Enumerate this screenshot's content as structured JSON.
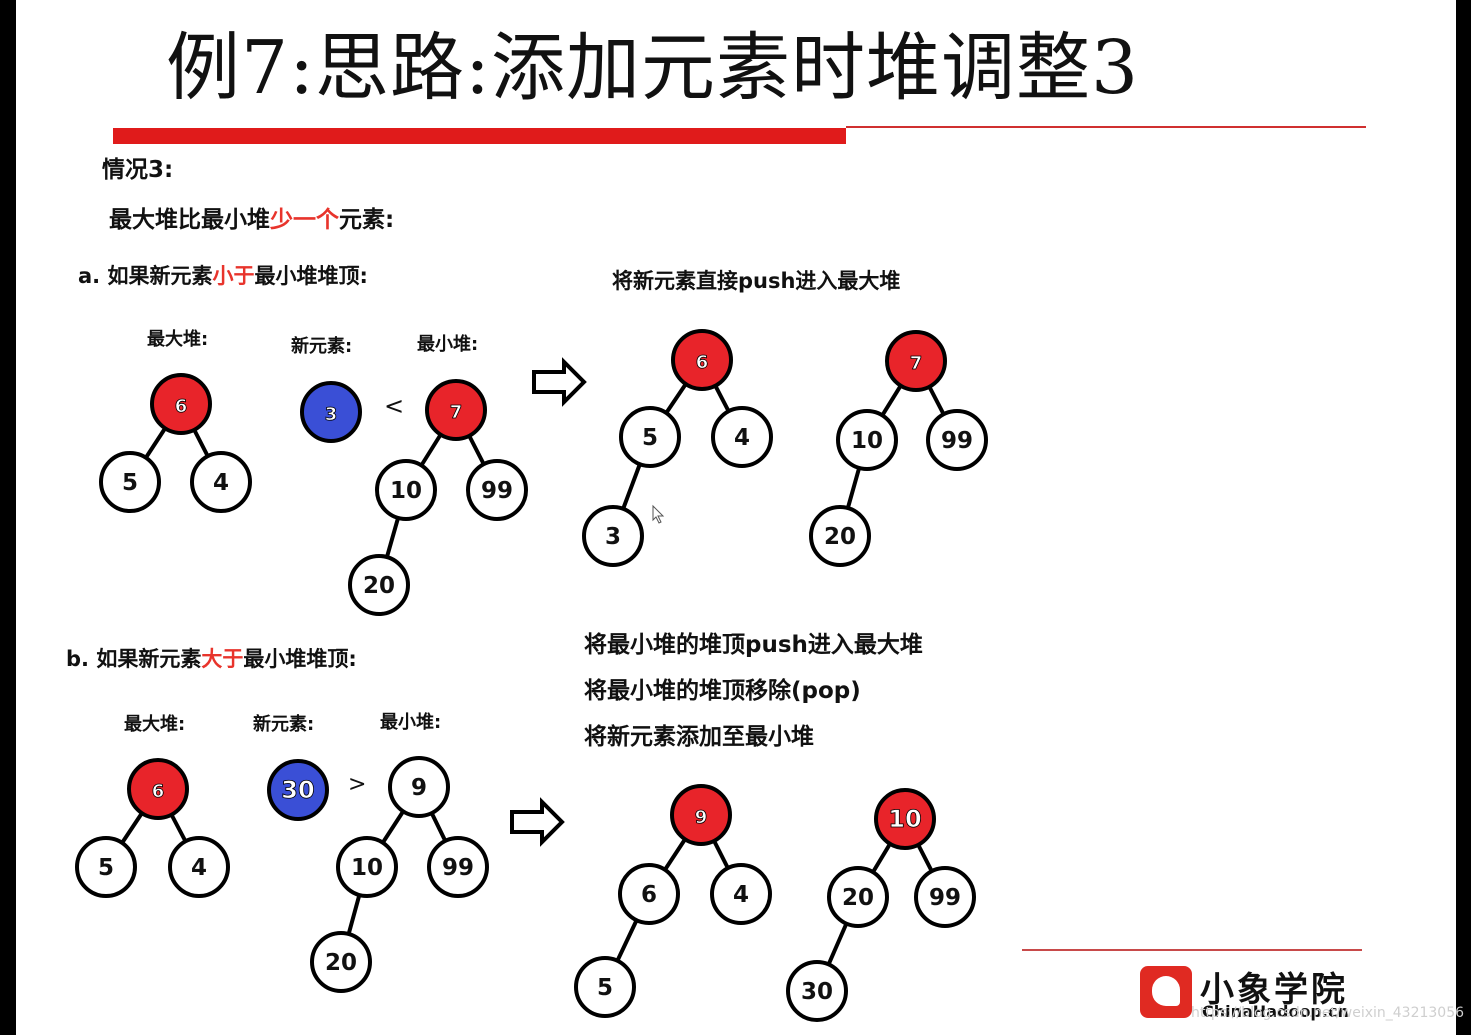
{
  "title": "例7:思路:添加元素时堆调整3",
  "case_label": "情况3:",
  "condition": {
    "pre": "最大堆比最小堆",
    "highlight": "少一个",
    "post": "元素:"
  },
  "part_a": {
    "heading": {
      "pre": "a. 如果新元素",
      "highlight": "小于",
      "post": "最小堆堆顶:"
    },
    "label_max_heap": "最大堆:",
    "label_new_element": "新元素:",
    "label_min_heap": "最小堆:",
    "comparator": "<",
    "new_element": "3",
    "result_text": "将新元素直接push进入最大堆"
  },
  "part_b": {
    "heading": {
      "pre": "b. 如果新元素",
      "highlight": "大于",
      "post": "最小堆堆顶:"
    },
    "label_max_heap": "最大堆:",
    "label_new_element": "新元素:",
    "label_min_heap": "最小堆:",
    "comparator": ">",
    "new_element": "30",
    "result_steps": [
      "将最小堆的堆顶push进入最大堆",
      "将最小堆的堆顶移除(pop)",
      "将新元素添加至最小堆"
    ]
  },
  "trees": {
    "a_before_max": {
      "nodes": [
        {
          "id": "n6",
          "value": "6",
          "fill": "red"
        },
        {
          "id": "n5",
          "value": "5",
          "fill": "white"
        },
        {
          "id": "n4",
          "value": "4",
          "fill": "white"
        }
      ],
      "edges": [
        [
          "n6",
          "n5"
        ],
        [
          "n6",
          "n4"
        ]
      ]
    },
    "a_new": {
      "nodes": [
        {
          "id": "n3",
          "value": "3",
          "fill": "blue"
        }
      ],
      "edges": []
    },
    "a_before_min": {
      "nodes": [
        {
          "id": "n7",
          "value": "7",
          "fill": "red"
        },
        {
          "id": "n10",
          "value": "10",
          "fill": "white"
        },
        {
          "id": "n99",
          "value": "99",
          "fill": "white"
        },
        {
          "id": "n20",
          "value": "20",
          "fill": "white"
        }
      ],
      "edges": [
        [
          "n7",
          "n10"
        ],
        [
          "n7",
          "n99"
        ],
        [
          "n10",
          "n20"
        ]
      ]
    },
    "a_after_max": {
      "nodes": [
        {
          "id": "n6",
          "value": "6",
          "fill": "red"
        },
        {
          "id": "n5",
          "value": "5",
          "fill": "white"
        },
        {
          "id": "n4",
          "value": "4",
          "fill": "white"
        },
        {
          "id": "n3",
          "value": "3",
          "fill": "white"
        }
      ],
      "edges": [
        [
          "n6",
          "n5"
        ],
        [
          "n6",
          "n4"
        ],
        [
          "n5",
          "n3"
        ]
      ]
    },
    "a_after_min": {
      "nodes": [
        {
          "id": "n7",
          "value": "7",
          "fill": "red"
        },
        {
          "id": "n10",
          "value": "10",
          "fill": "white"
        },
        {
          "id": "n99",
          "value": "99",
          "fill": "white"
        },
        {
          "id": "n20",
          "value": "20",
          "fill": "white"
        }
      ],
      "edges": [
        [
          "n7",
          "n10"
        ],
        [
          "n7",
          "n99"
        ],
        [
          "n10",
          "n20"
        ]
      ]
    },
    "b_before_max": {
      "nodes": [
        {
          "id": "n6",
          "value": "6",
          "fill": "red"
        },
        {
          "id": "n5",
          "value": "5",
          "fill": "white"
        },
        {
          "id": "n4",
          "value": "4",
          "fill": "white"
        }
      ],
      "edges": [
        [
          "n6",
          "n5"
        ],
        [
          "n6",
          "n4"
        ]
      ]
    },
    "b_new": {
      "nodes": [
        {
          "id": "n30",
          "value": "30",
          "fill": "blue"
        }
      ],
      "edges": []
    },
    "b_before_min": {
      "nodes": [
        {
          "id": "n9",
          "value": "9",
          "fill": "white"
        },
        {
          "id": "n10",
          "value": "10",
          "fill": "white"
        },
        {
          "id": "n99",
          "value": "99",
          "fill": "white"
        },
        {
          "id": "n20",
          "value": "20",
          "fill": "white"
        }
      ],
      "edges": [
        [
          "n9",
          "n10"
        ],
        [
          "n9",
          "n99"
        ],
        [
          "n10",
          "n20"
        ]
      ]
    },
    "b_after_max": {
      "nodes": [
        {
          "id": "n9",
          "value": "9",
          "fill": "red"
        },
        {
          "id": "n6",
          "value": "6",
          "fill": "white"
        },
        {
          "id": "n4",
          "value": "4",
          "fill": "white"
        },
        {
          "id": "n5",
          "value": "5",
          "fill": "white"
        }
      ],
      "edges": [
        [
          "n9",
          "n6"
        ],
        [
          "n9",
          "n4"
        ],
        [
          "n6",
          "n5"
        ]
      ]
    },
    "b_after_min": {
      "nodes": [
        {
          "id": "n10",
          "value": "10",
          "fill": "red"
        },
        {
          "id": "n20",
          "value": "20",
          "fill": "white"
        },
        {
          "id": "n99",
          "value": "99",
          "fill": "white"
        },
        {
          "id": "n30",
          "value": "30",
          "fill": "white"
        }
      ],
      "edges": [
        [
          "n10",
          "n20"
        ],
        [
          "n10",
          "n99"
        ],
        [
          "n20",
          "n30"
        ]
      ]
    }
  },
  "colors": {
    "red": "#e8242a",
    "blue": "#3a4fd6",
    "white": "#ffffff",
    "title_bar": "#e01b1b"
  },
  "logo": {
    "name_cn": "小象学院",
    "name_en": "ChinaHadoop.cn"
  },
  "watermark": "https://blog.csdn.net/weixin_43213056"
}
